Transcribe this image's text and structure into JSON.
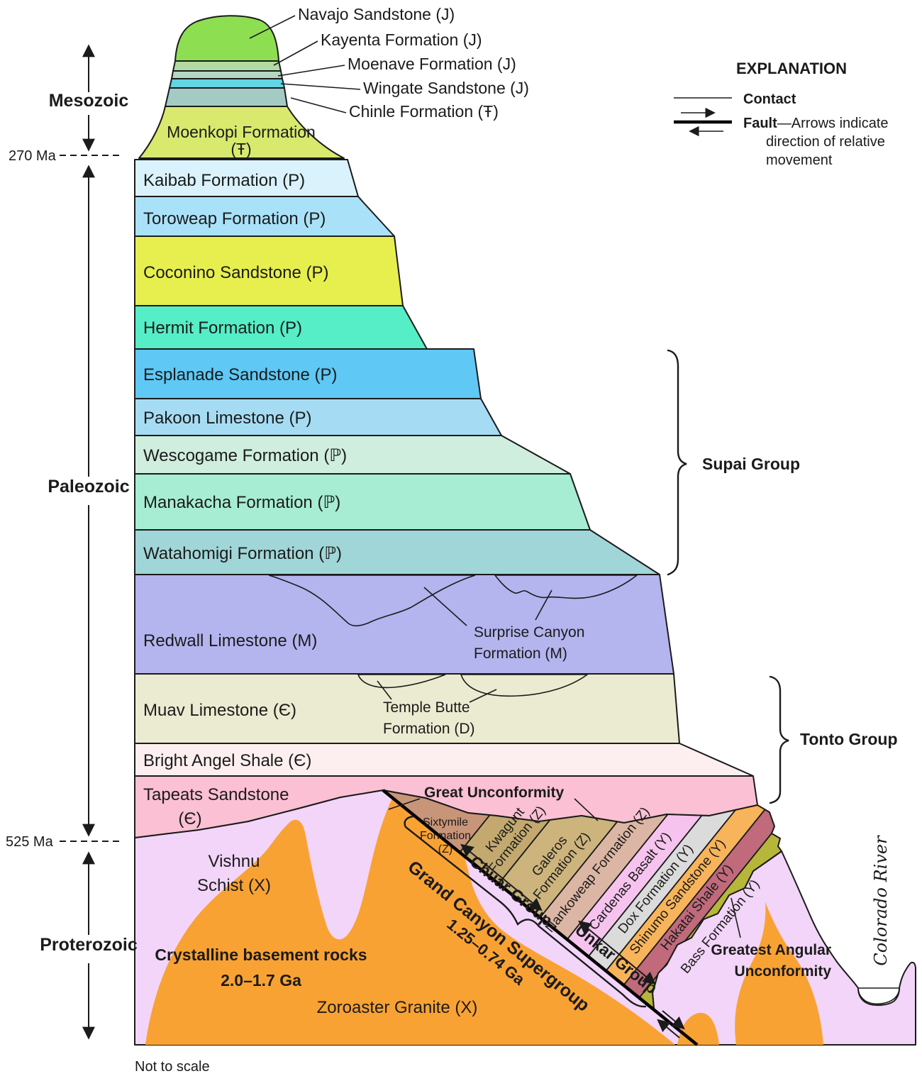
{
  "eras": {
    "mesozoic": "Mesozoic",
    "ma270": "270 Ma",
    "paleozoic": "Paleozoic",
    "ma525": "525 Ma",
    "proterozoic": "Proterozoic"
  },
  "footnote": "Not to scale",
  "explanation": {
    "title": "EXPLANATION",
    "contact_label": "Contact",
    "fault_label_bold": "Fault",
    "fault_label_rest": "—Arrows indicate",
    "fault_line2": "direction of relative",
    "fault_line3": "movement"
  },
  "cap": {
    "navajo": {
      "label": "Navajo Sandstone (J)",
      "color": "#8ede52"
    },
    "kayenta": {
      "label": "Kayenta Formation (J)",
      "color": "#b2daa4"
    },
    "moenave": {
      "label": "Moenave Formation (J)",
      "color": "#b4d7c3"
    },
    "wingate": {
      "label": "Wingate Sandstone (J)",
      "color": "#62d4e4"
    },
    "chinle": {
      "label": "Chinle Formation (Ŧ)",
      "color": "#a3cbc3"
    },
    "moenkopi": {
      "label_l1": "Moenkopi Formation",
      "label_l2": "(Ŧ)",
      "color": "#d8e96e"
    }
  },
  "layers": [
    {
      "label": "Kaibab Formation (P)",
      "color": "#d9f2fb"
    },
    {
      "label": "Toroweap Formation (P)",
      "color": "#a9e2f8"
    },
    {
      "label": "Coconino Sandstone (P)",
      "color": "#e7ef4e"
    },
    {
      "label": "Hermit Formation (P)",
      "color": "#55eec6"
    },
    {
      "label": "Esplanade Sandstone (P)",
      "color": "#5fc8f4"
    },
    {
      "label": "Pakoon Limestone (P)",
      "color": "#a5dcf4"
    },
    {
      "label": "Wescogame Formation (ℙ)",
      "color": "#cfeede"
    },
    {
      "label": "Manakacha Formation (ℙ)",
      "color": "#a6edd3"
    },
    {
      "label": "Watahomigi Formation (ℙ)",
      "color": "#a0d6d8"
    },
    {
      "label": "Redwall Limestone (M)",
      "color": "#b4b4ef"
    },
    {
      "label": "Muav Limestone (Є)",
      "color": "#ebebd1"
    },
    {
      "label": "Bright Angel Shale (Є)",
      "color": "#fdeff0"
    },
    {
      "label": "Tapeats Sandstone",
      "label_l2": "(Є)",
      "color": "#fbc0d4"
    }
  ],
  "insets": {
    "surprise": {
      "l1": "Surprise Canyon",
      "l2": "Formation (M)",
      "color": "#e7e3f9"
    },
    "temple": {
      "l1": "Temple Butte",
      "l2": "Formation (D)",
      "color": "#7f6fe8"
    }
  },
  "groups": {
    "supai": "Supai Group",
    "tonto": "Tonto Group",
    "chuar": "Chuar Group",
    "unkar": "Unkar Group",
    "supergroup_l1": "Grand Canyon Supergroup",
    "supergroup_l2": "1.25–0.74 Ga"
  },
  "unconf": {
    "great": "Great Unconformity",
    "greatest_l1": "Greatest Angular",
    "greatest_l2": "Unconformity"
  },
  "tilted": [
    {
      "l1": "Sixtymile",
      "l2": "Formation",
      "l3": "(Z)",
      "color": "#c89578"
    },
    {
      "l1": "Kwagunt",
      "l2": "Formation (Z)",
      "color": "#c3a96f"
    },
    {
      "l1": "Galeros",
      "l2": "Formation (Z)",
      "color": "#ccb47c"
    },
    {
      "label": "Nankoweap Formation (Z)",
      "color": "#dcb6a4"
    },
    {
      "label": "Cardenas Basalt (Y)",
      "color": "#f6c3ee"
    },
    {
      "label": "Dox Formation (Y)",
      "color": "#dbdbdb"
    },
    {
      "label": "Shinumo Sandstone (Y)",
      "color": "#f8b45a"
    },
    {
      "label": "Hakatai Shale (Y)",
      "color": "#c06a7c"
    },
    {
      "label": "Bass Formation (Y)",
      "color": "#b6b63a"
    }
  ],
  "basement": {
    "vishnu_l1": "Vishnu",
    "vishnu_l2": "Schist (X)",
    "vishnu_color": "#f2d5f8",
    "zoroaster": "Zoroaster Granite (X)",
    "granite_color": "#f9a234",
    "crystalline_l1": "Crystalline basement rocks",
    "crystalline_l2": "2.0–1.7 Ga",
    "river": "Colorado River",
    "river_text_color": "#2272b5",
    "water_color": "#a6d7f0"
  }
}
